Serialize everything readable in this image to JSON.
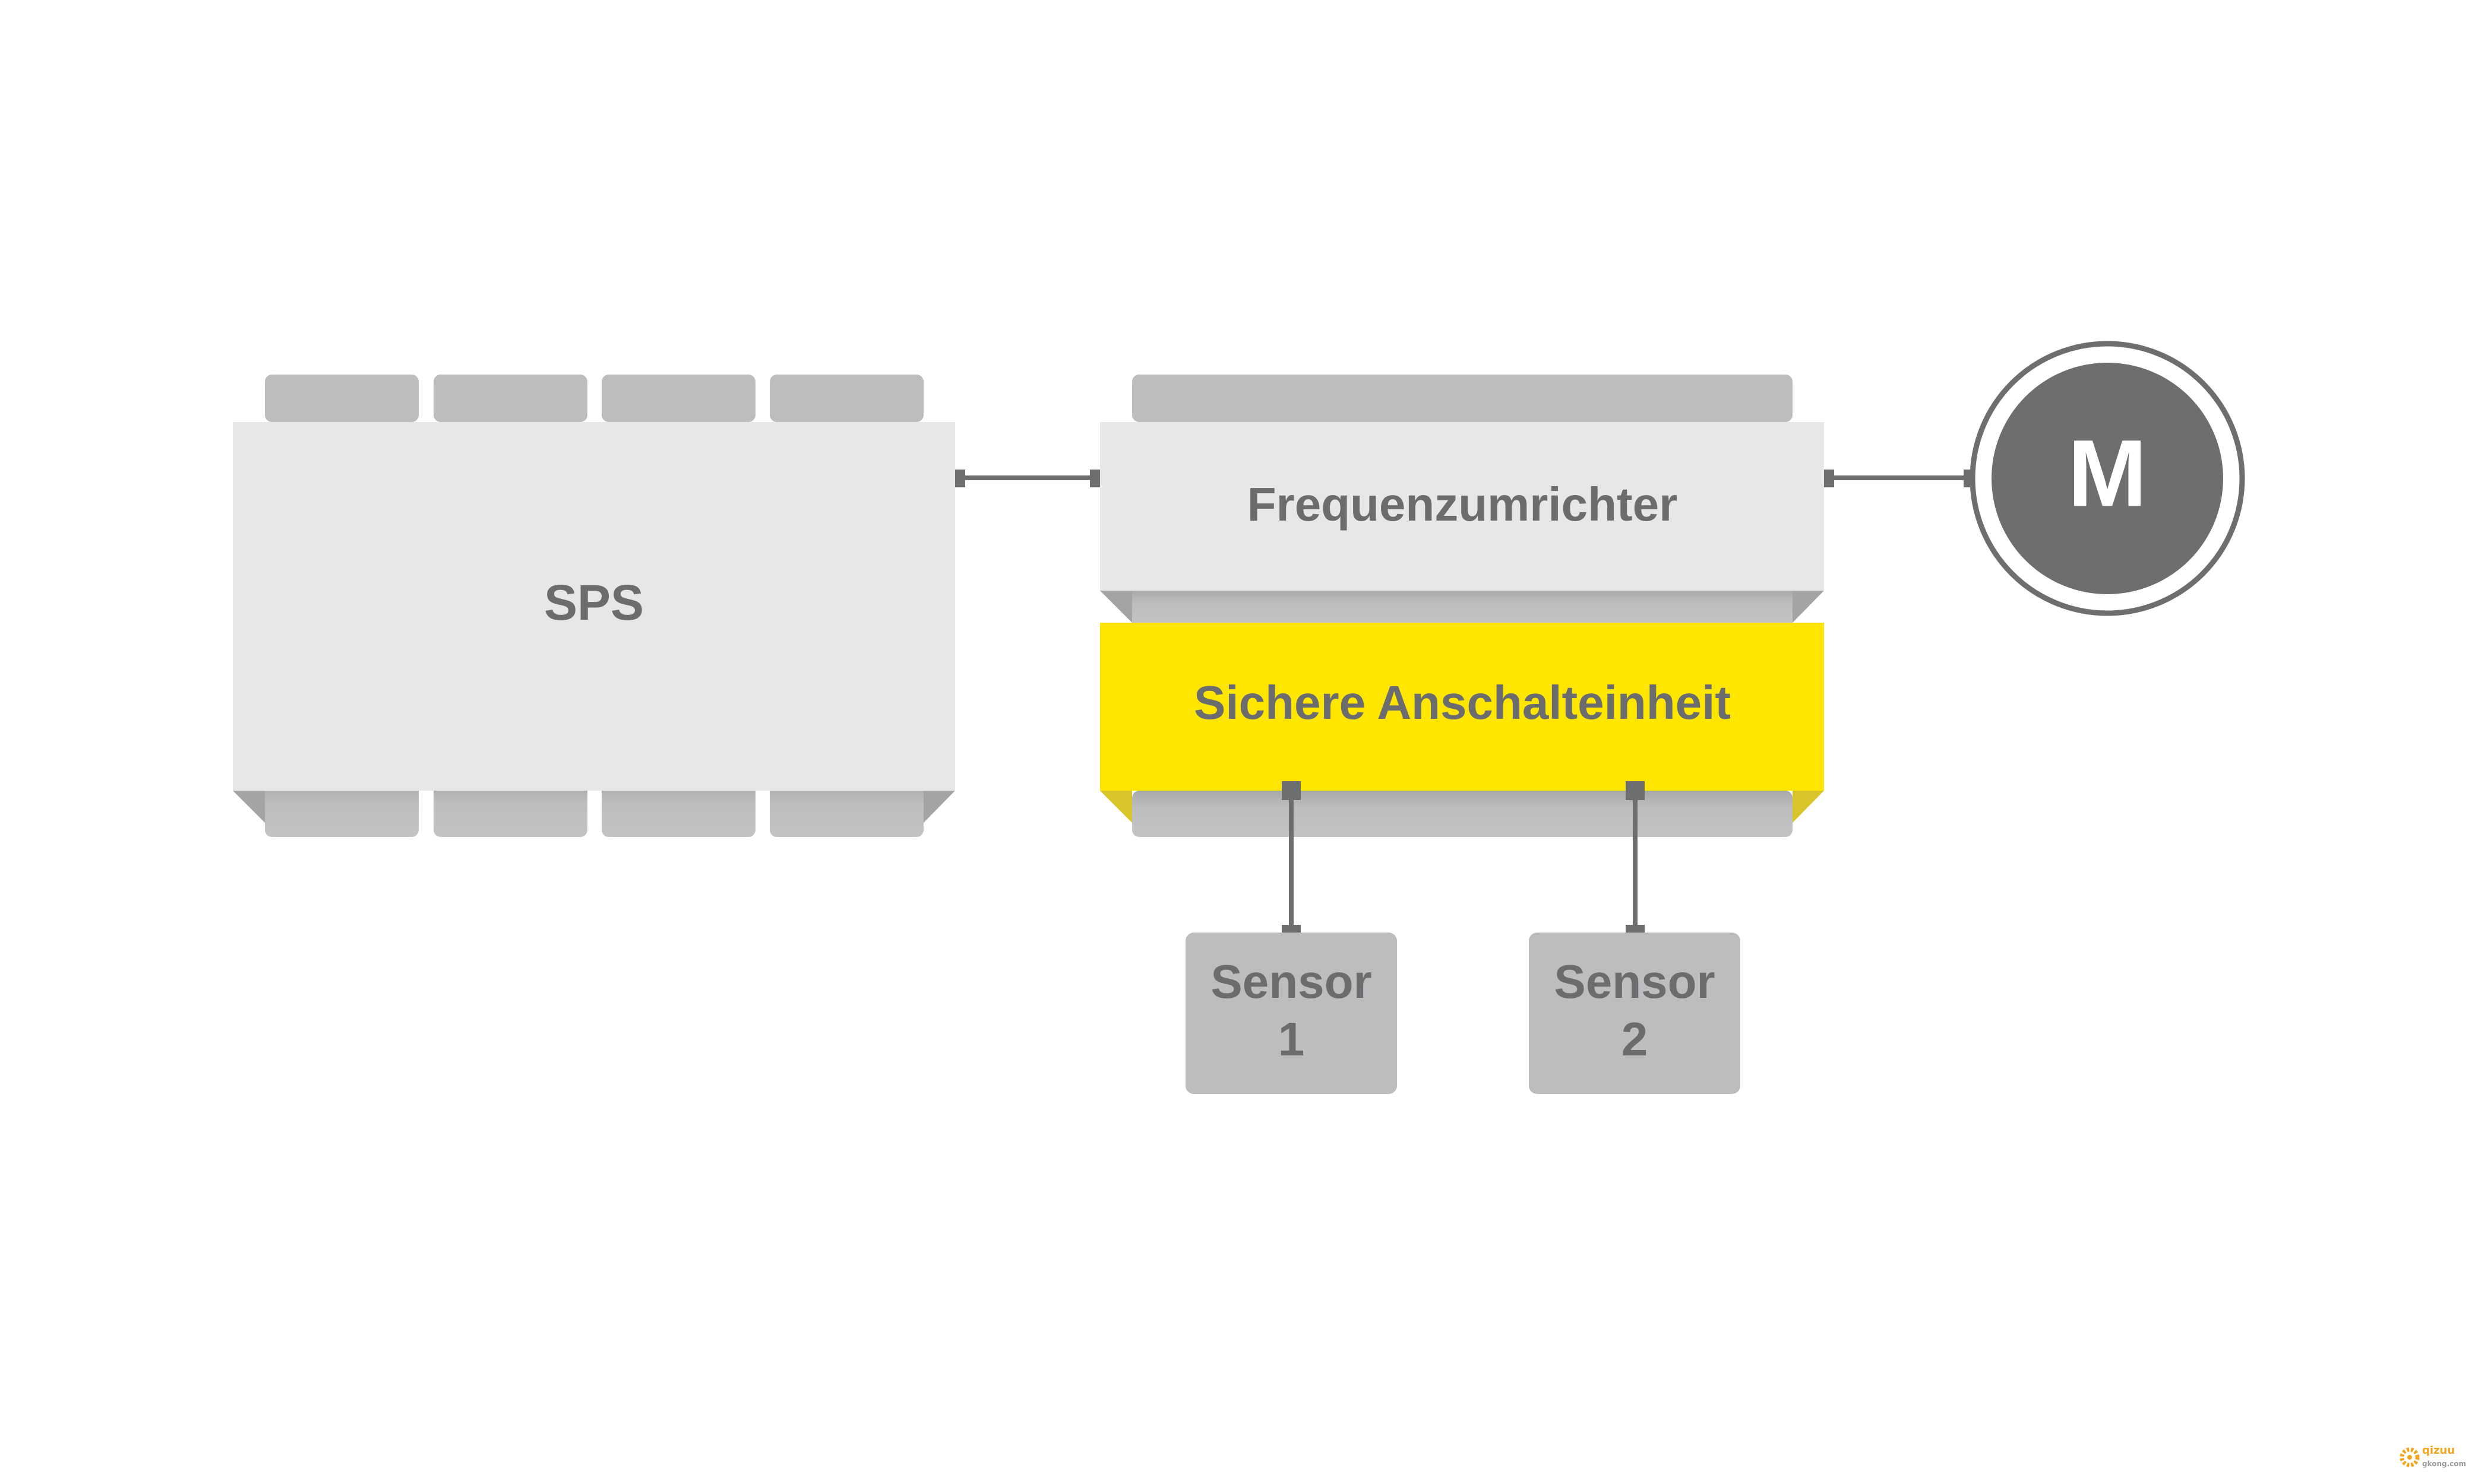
{
  "diagram": {
    "plc_label": "SPS",
    "inverter_label": "Frequenzumrichter",
    "safety_unit_label": "Sichere Anschalteinheit",
    "sensor1": {
      "line1": "Sensor",
      "line2": "1"
    },
    "sensor2": {
      "line1": "Sensor",
      "line2": "2"
    },
    "motor_label": "M"
  },
  "watermark": {
    "line1": "qizuu",
    "line2": "gkong.com"
  },
  "colors": {
    "box_light": "#e6e7e8",
    "box_mid": "#bcbdbf",
    "text_gray": "#6b6c6e",
    "dark_gray": "#6d6e70",
    "safety_yellow": "#ffe600",
    "yellow_shadow": "#d9c42a"
  }
}
